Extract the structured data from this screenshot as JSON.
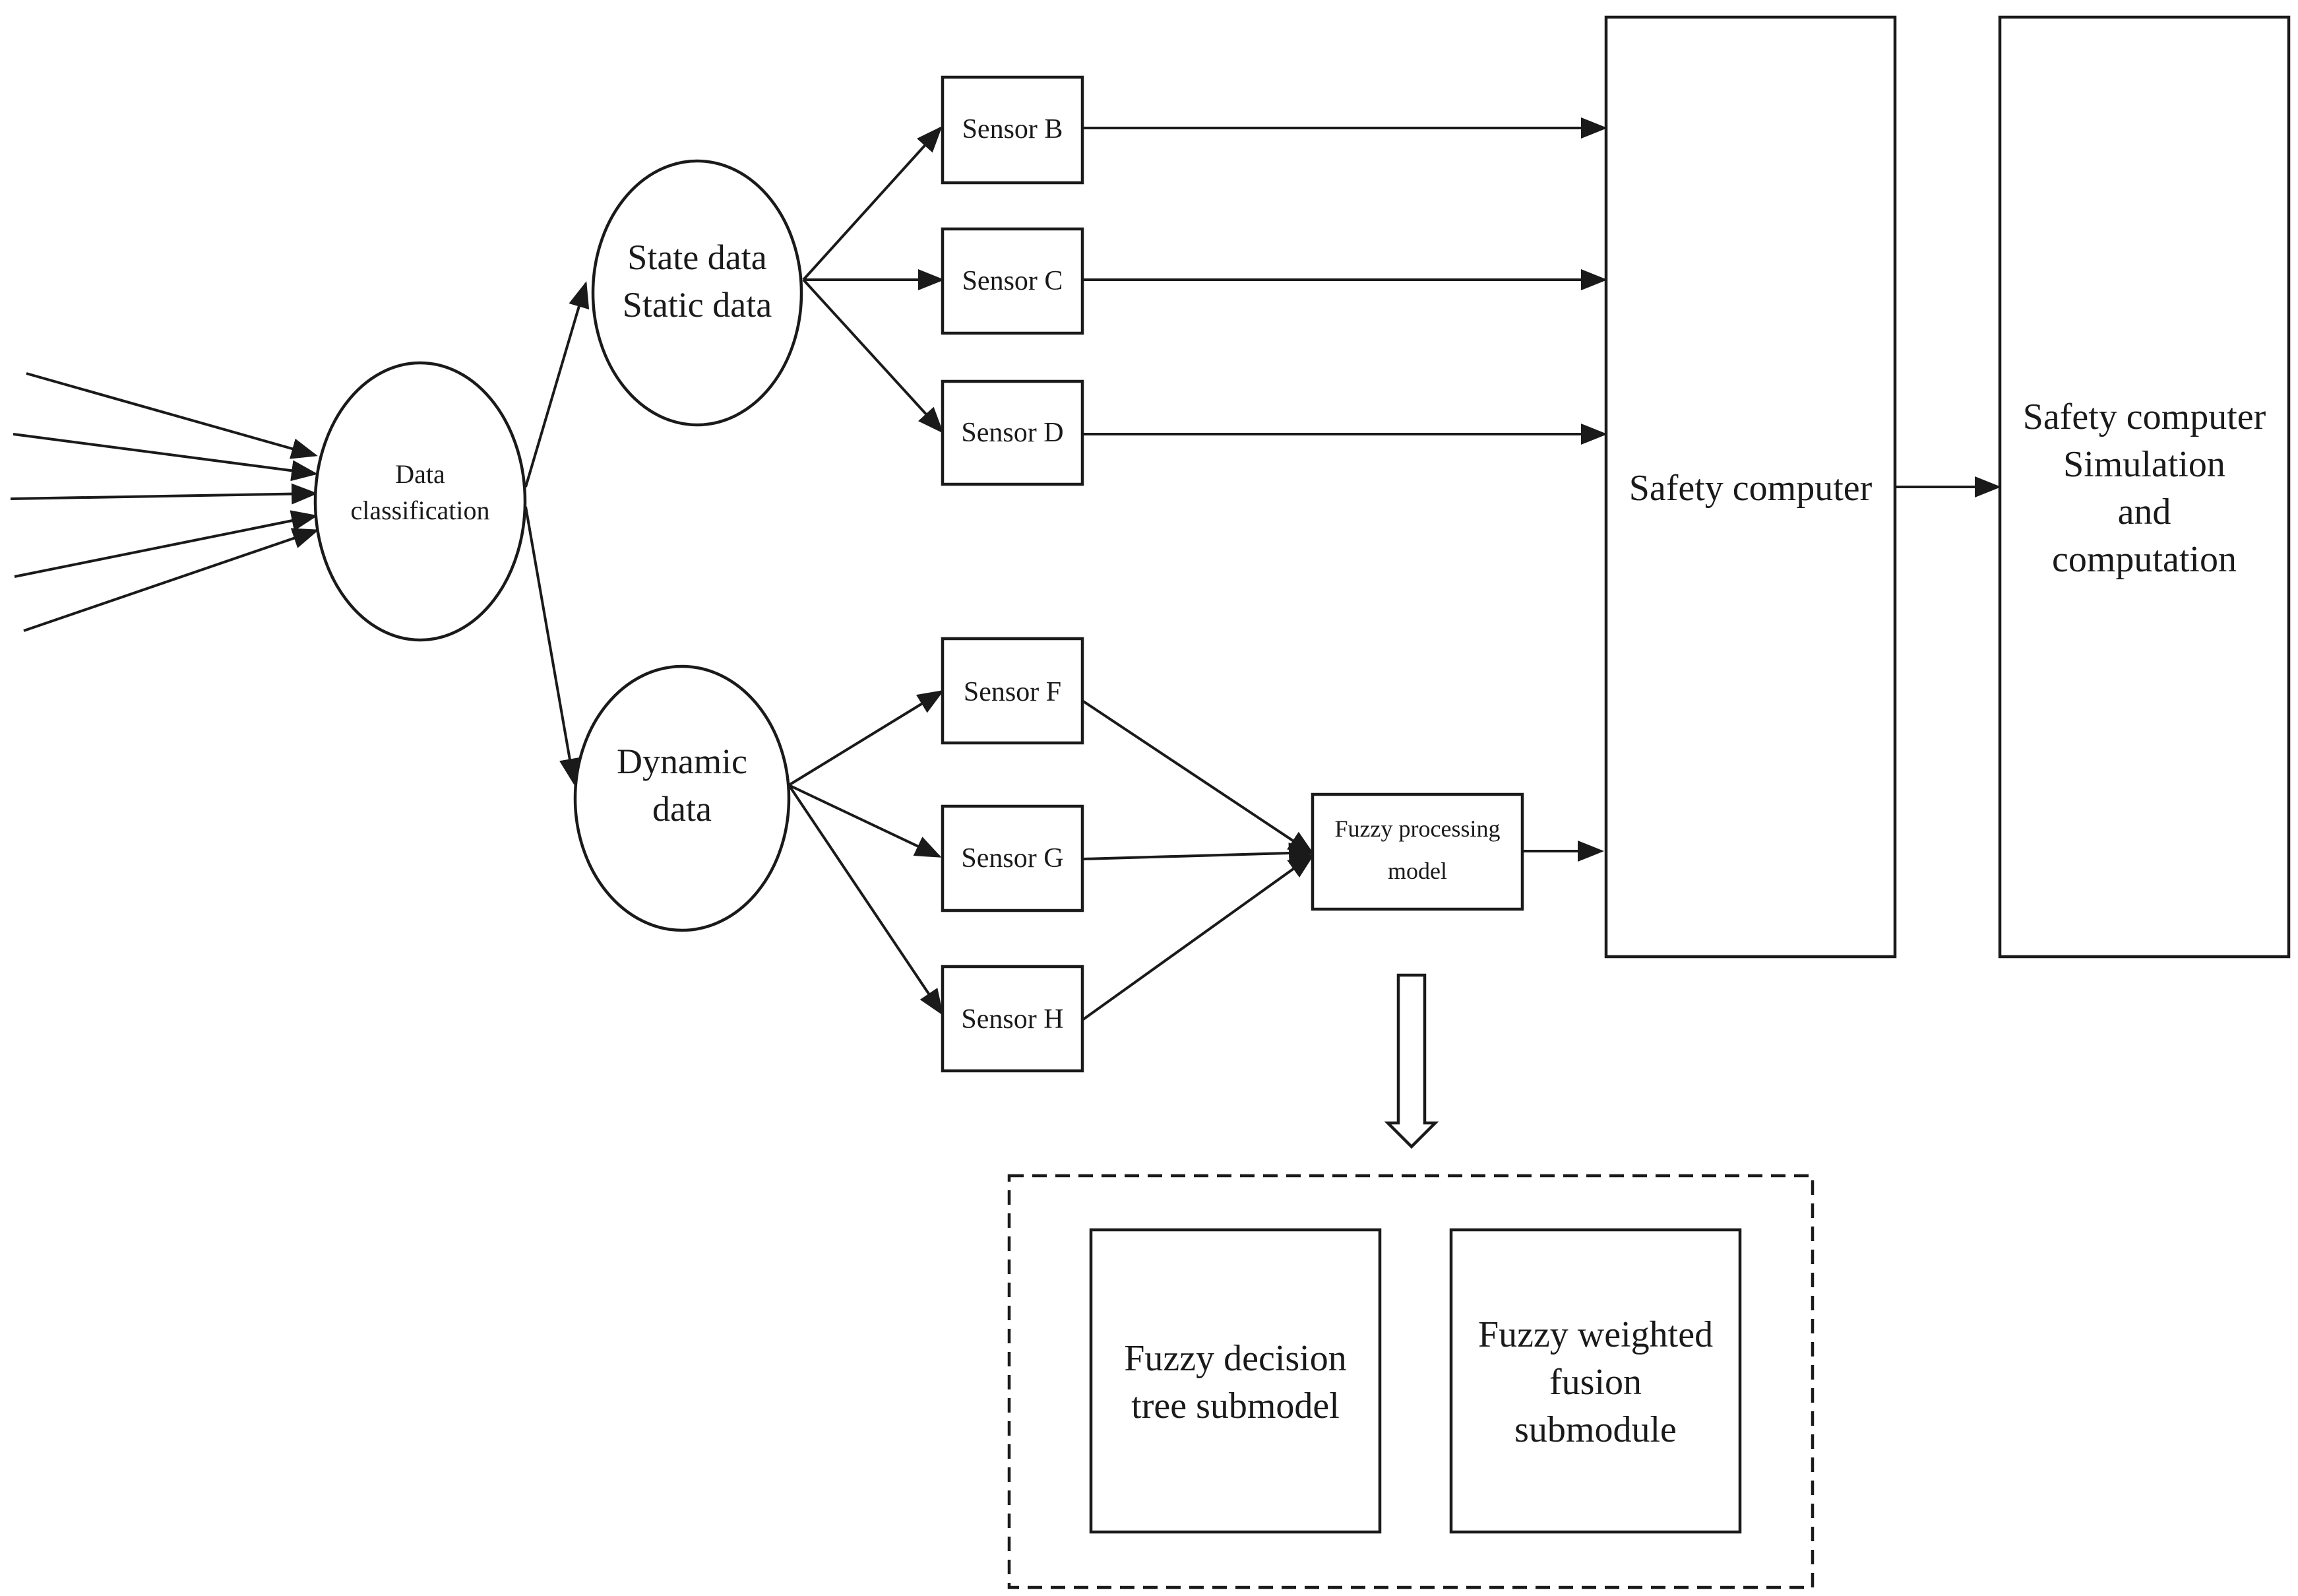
{
  "nodes": {
    "data_classification": [
      "Data",
      "classification"
    ],
    "state_data": [
      "State data",
      "Static data"
    ],
    "dynamic_data": [
      "Dynamic",
      "data"
    ],
    "sensor_b": "Sensor B",
    "sensor_c": "Sensor C",
    "sensor_d": "Sensor D",
    "sensor_f": "Sensor F",
    "sensor_g": "Sensor G",
    "sensor_h": "Sensor H",
    "fuzzy_processing": [
      "Fuzzy processing",
      "model"
    ],
    "safety_computer": "Safety computer",
    "safety_simulation": [
      "Safety computer",
      "Simulation",
      "and",
      "computation"
    ],
    "fuzzy_decision_tree": [
      "Fuzzy decision",
      "tree submodel"
    ],
    "fuzzy_weighted_fusion": [
      "Fuzzy weighted",
      "fusion",
      "submodule"
    ]
  }
}
